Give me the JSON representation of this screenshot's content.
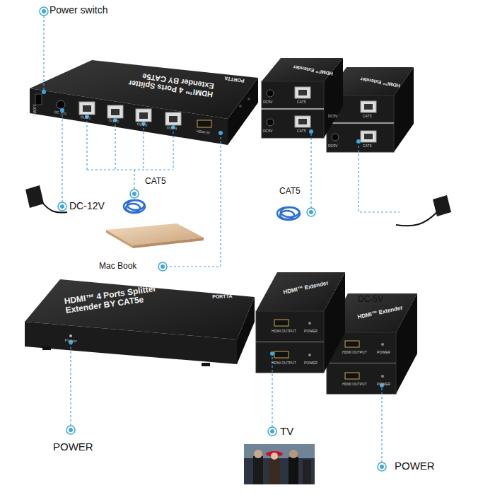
{
  "diagram": {
    "labels": [
      "Power switch",
      "DC-12V",
      "CAT5",
      "Mac Book",
      "CAT5",
      "POWER",
      "TV",
      "POWER",
      "DC-5V",
      "ON/OFF",
      "DC 12V",
      "OUT 1",
      "OUT 2",
      "OUT 3",
      "OUT 4",
      "HDMI IN",
      "HDMI™ 4 Ports Splitter Extender BY CAT5e",
      "PORTTA",
      "HDMI™ 4 Ports Splitter Extender BY CAT5e",
      "PORTTA",
      "Power",
      "HDMI™ Extender",
      "HDMI™ Extender",
      "DC5V",
      "CAT5",
      "DC5V",
      "CAT5",
      "DC5V",
      "CAT5",
      "DC5V",
      "CAT5",
      "HDMI™ Extender",
      "HDMI™ Extender",
      "HDMI OUTPUT",
      "POWER",
      "HDMI OUTPUT",
      "POWER",
      "HDMI OUTPUT",
      "POWER",
      "HDMI OUTPUT",
      "POWER"
    ]
  }
}
